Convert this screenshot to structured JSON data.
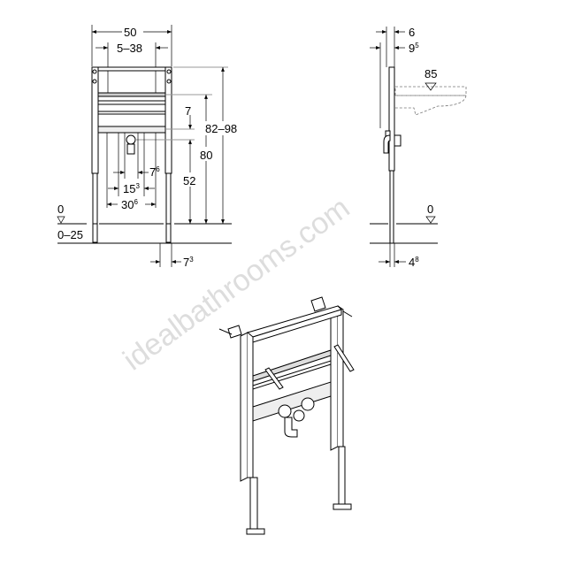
{
  "front_view": {
    "width_label": "50",
    "rail_range_label": "5–38",
    "upper_offset_label": "7",
    "total_height_label": "82–98",
    "rail_height_label": "80",
    "outlet_height_label": "52",
    "spacing_small": {
      "base": "7",
      "sup": "6"
    },
    "spacing_mid": {
      "base": "15",
      "sup": "3"
    },
    "spacing_large": {
      "base": "30",
      "sup": "6"
    },
    "floor_level_label": "0",
    "floor_adjust_label": "0–25",
    "foot_offset": {
      "base": "7",
      "sup": "3"
    }
  },
  "side_view": {
    "depth_label": "6",
    "depth_total": {
      "base": "9",
      "sup": "5"
    },
    "basin_height_label": "85",
    "floor_level_label": "0",
    "foot_depth": {
      "base": "4",
      "sup": "8"
    }
  },
  "watermark": "idealbathrooms.com"
}
